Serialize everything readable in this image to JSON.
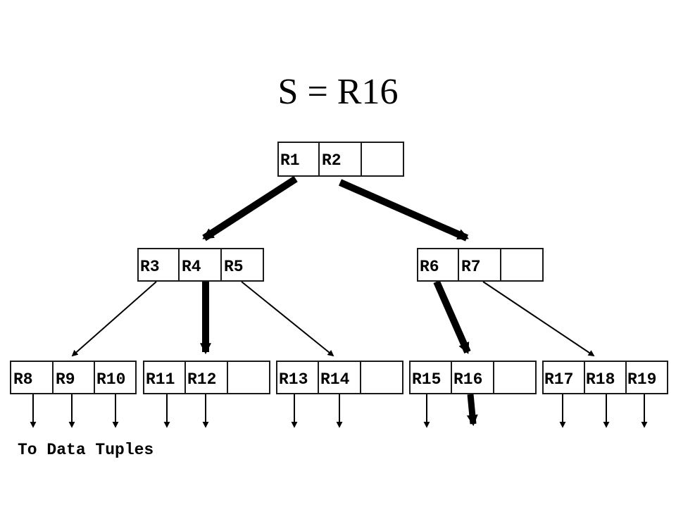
{
  "title": "S = R16",
  "footnote": "To Data Tuples",
  "nodes": [
    {
      "name": "root",
      "entries": [
        "R1",
        "R2",
        ""
      ]
    },
    {
      "name": "left",
      "entries": [
        "R3",
        "R4",
        "R5"
      ]
    },
    {
      "name": "right",
      "entries": [
        "R6",
        "R7",
        ""
      ]
    },
    {
      "name": "leaf-1",
      "entries": [
        "R8",
        "R9",
        "R10"
      ]
    },
    {
      "name": "leaf-2",
      "entries": [
        "R11",
        "R12",
        ""
      ]
    },
    {
      "name": "leaf-3",
      "entries": [
        "R13",
        "R14",
        ""
      ]
    },
    {
      "name": "leaf-4",
      "entries": [
        "R15",
        "R16",
        ""
      ]
    },
    {
      "name": "leaf-5",
      "entries": [
        "R17",
        "R18",
        "R19"
      ]
    }
  ],
  "search_path": [
    "R2",
    "R6",
    "R16"
  ],
  "colors": {
    "ink": "#000000",
    "box_stroke": "#1a1a1a",
    "background": "#ffffff"
  }
}
